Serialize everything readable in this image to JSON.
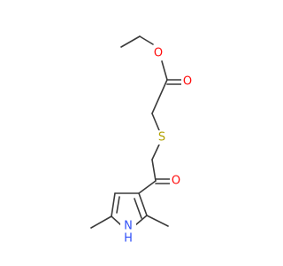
{
  "molecule": {
    "atoms": {
      "ester_oxygen": {
        "symbol": "O",
        "color": "#ff0d0d"
      },
      "ester_carbonyl_oxygen": {
        "symbol": "O",
        "color": "#ff0d0d"
      },
      "sulfur": {
        "symbol": "S",
        "color": "#b2a100"
      },
      "ketone_oxygen": {
        "symbol": "O",
        "color": "#ff0d0d"
      },
      "pyrrole_nitrogen": {
        "symbol": "N",
        "color": "#3050f8"
      },
      "pyrrole_nh_hydrogen": {
        "symbol": "H",
        "color": "#3050f8"
      }
    },
    "bond_color": "#3a3a3a"
  }
}
